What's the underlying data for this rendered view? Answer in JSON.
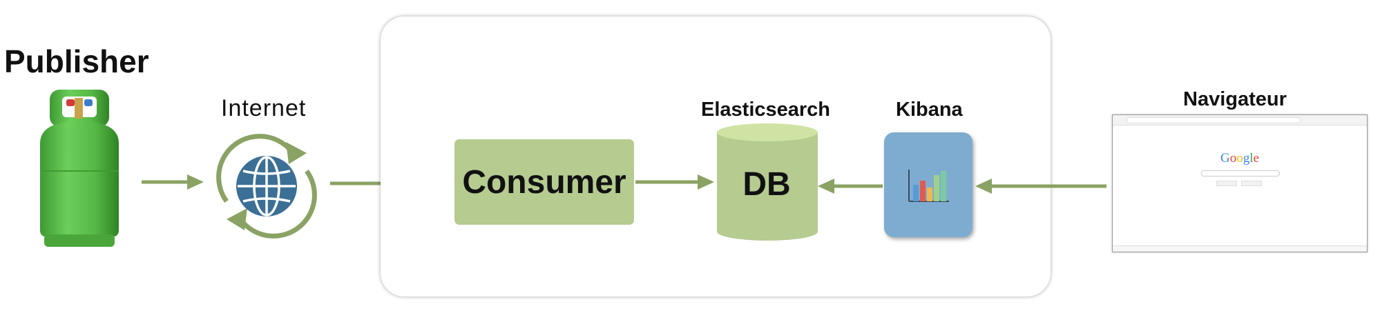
{
  "labels": {
    "publisher": "Publisher",
    "internet": "Internet",
    "elasticsearch": "Elasticsearch",
    "kibana": "Kibana",
    "navigateur": "Navigateur"
  },
  "nodes": {
    "consumer": "Consumer",
    "db": "DB"
  },
  "browser": {
    "logo_letters": [
      "G",
      "o",
      "o",
      "g",
      "l",
      "e"
    ]
  },
  "icons": {
    "publisher": "gas-cylinder-icon",
    "internet": "globe-sync-icon",
    "kibana": "bar-chart-icon",
    "browser": "browser-window-icon"
  },
  "colors": {
    "arrow": "#8aa263",
    "box_green": "#b5cb90",
    "kibana_blue": "#7eacd0",
    "globe_blue": "#3c6f96",
    "ring_green": "#8aa263",
    "cylinder_green": "#5ab946"
  }
}
